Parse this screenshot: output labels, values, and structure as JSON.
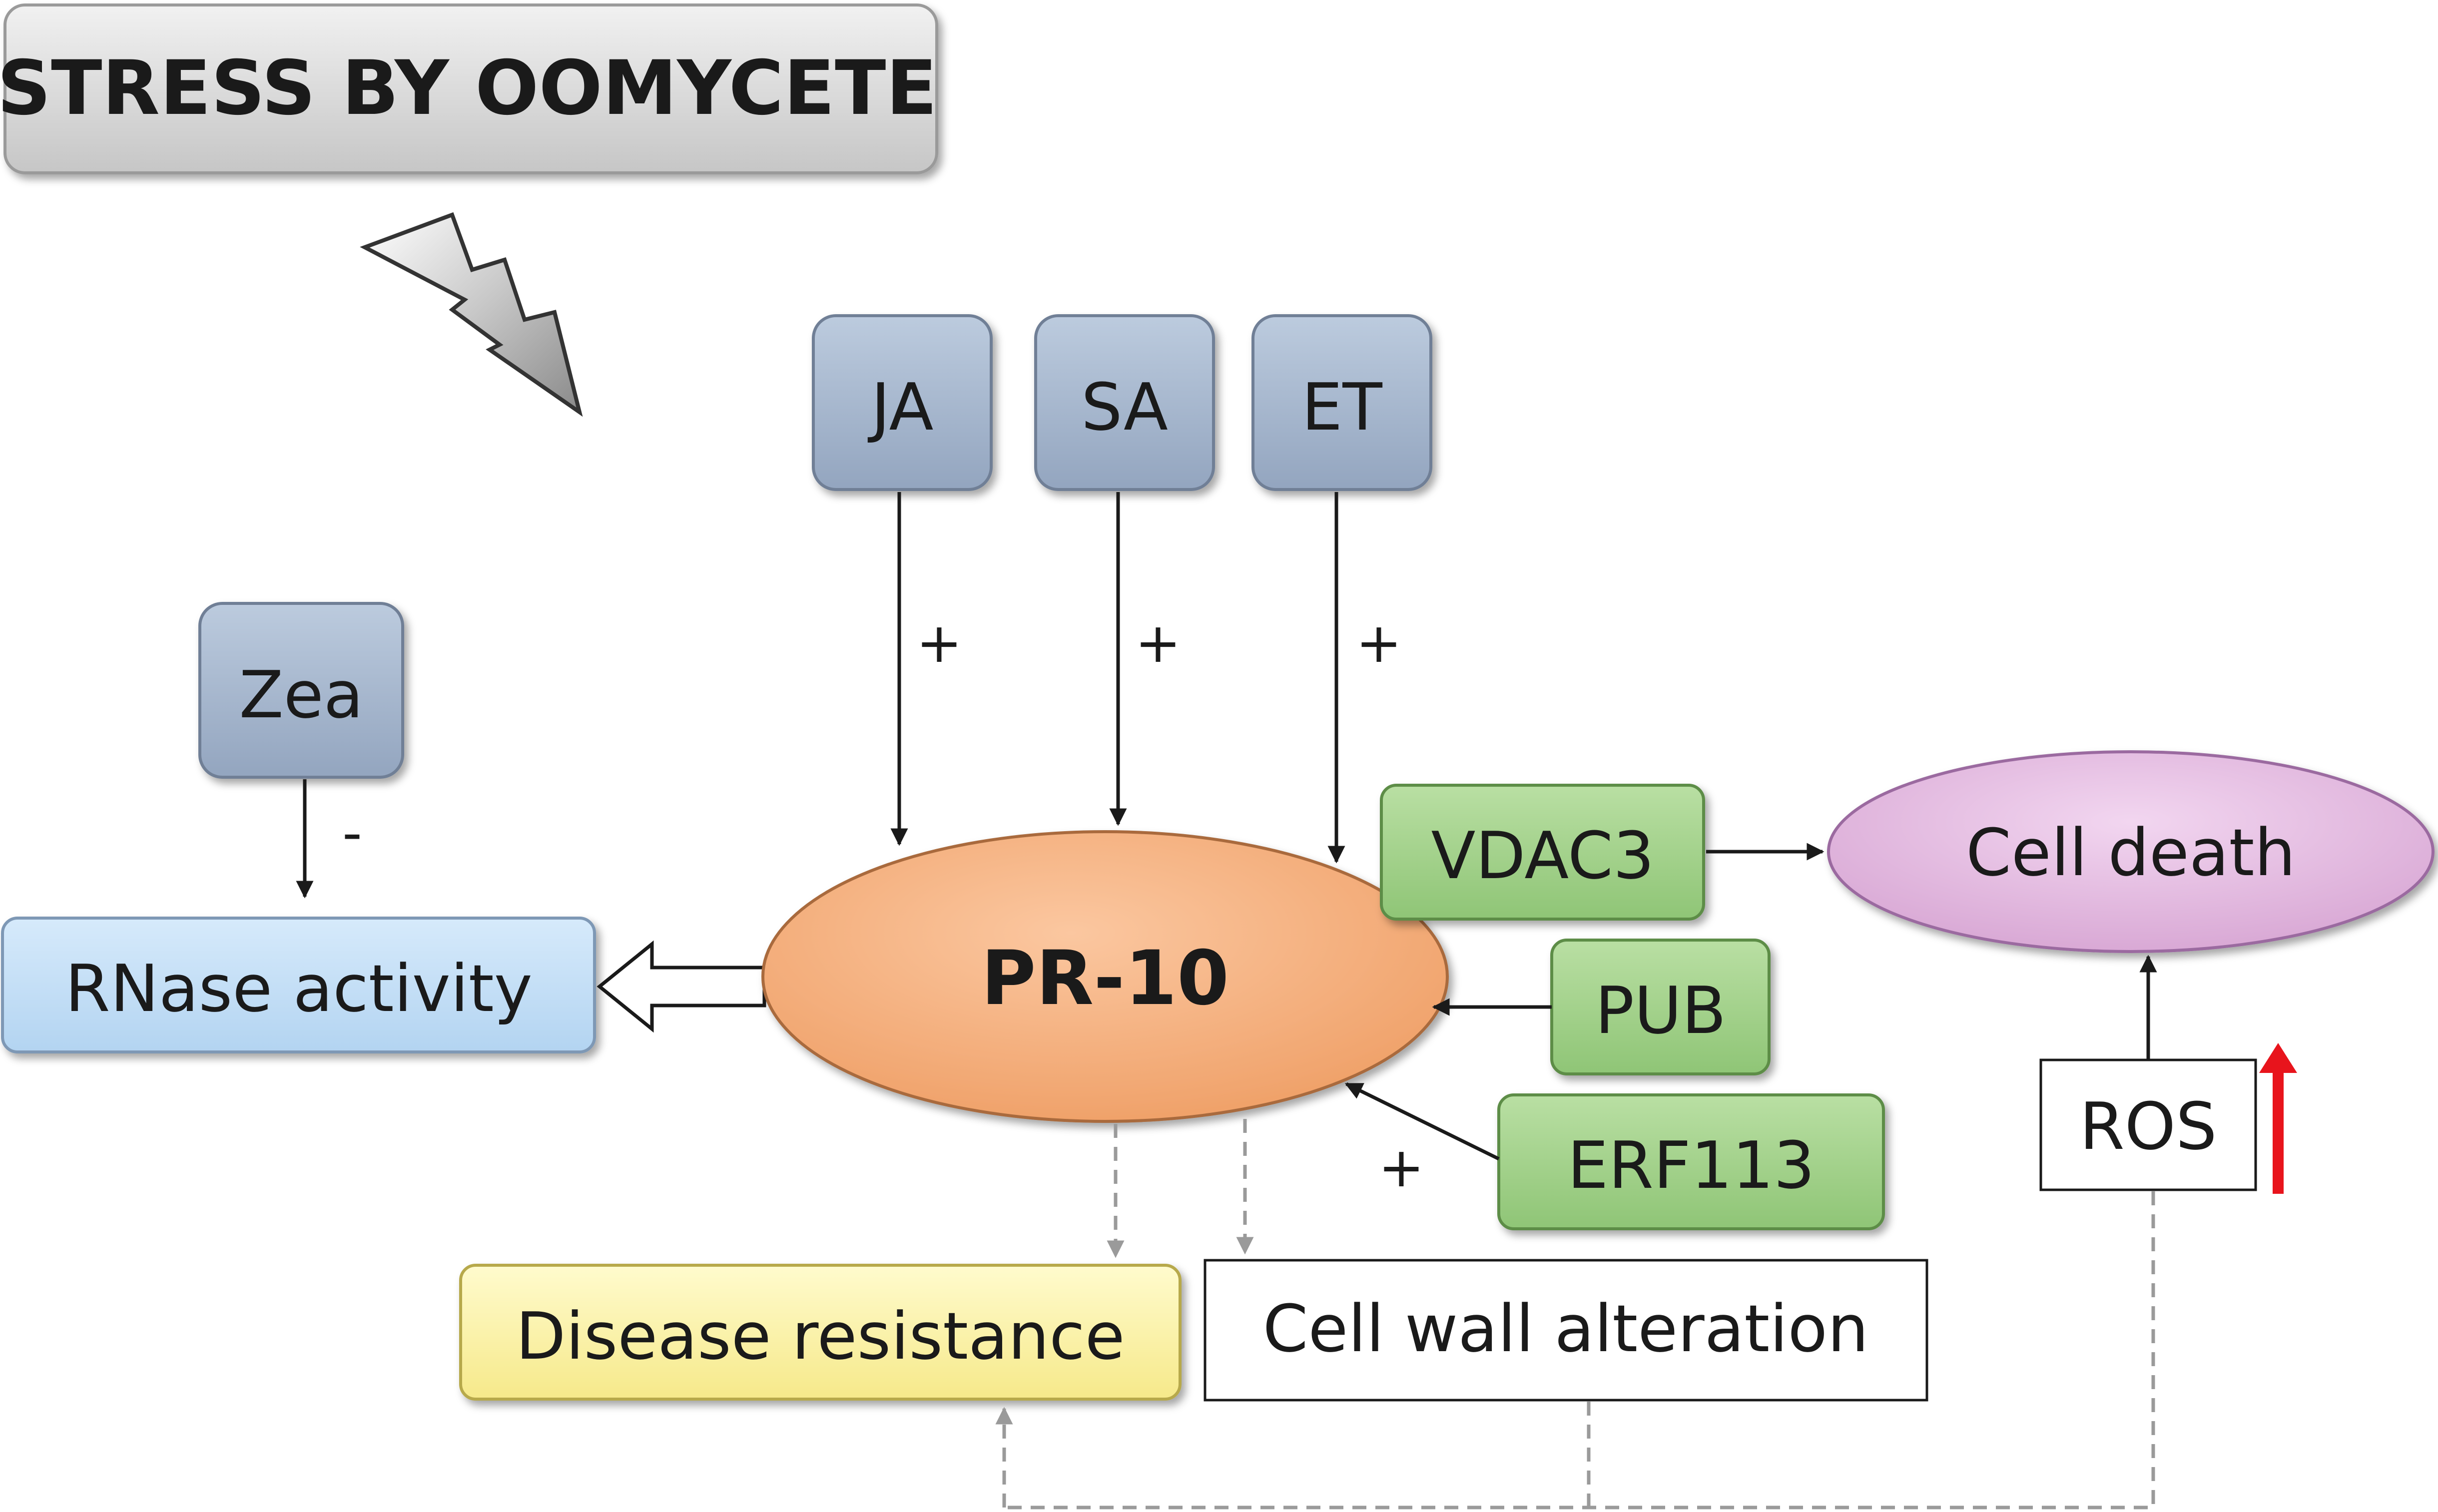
{
  "title": "STRESS BY OOMYCETE",
  "nodes": {
    "ja": "JA",
    "sa": "SA",
    "et": "ET",
    "zea": "Zea",
    "rnase": "RNase activity",
    "pr10": "PR-10",
    "vdac3": "VDAC3",
    "pub": "PUB",
    "erf113": "ERF113",
    "cell_death": "Cell death",
    "ros": "ROS",
    "disease_resistance": "Disease resistance",
    "cell_wall": "Cell wall alteration"
  },
  "edge_labels": {
    "ja_plus": "+",
    "sa_plus": "+",
    "et_plus": "+",
    "zea_minus": "-",
    "erf_plus": "+"
  },
  "icons": {
    "stress": "lightning-bolt-icon",
    "ros_increase": "up-arrow-icon"
  },
  "colors": {
    "hormone_box": "#a9b9cf",
    "pr10": "#f9b585",
    "green_box": "#a6d28f",
    "cell_death": "#e4bde2",
    "rnase": "#c5dff6",
    "disease": "#fdf4a7",
    "ros_arrow": "#e8141c"
  }
}
